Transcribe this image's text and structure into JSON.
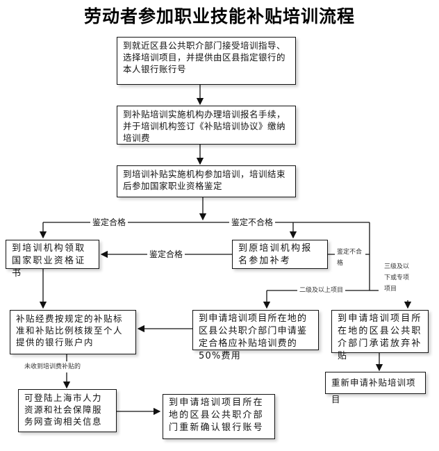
{
  "title": "劳动者参加职业技能补贴培训流程",
  "boxes": {
    "step1": "到就近区县公共职介部门接受培训指导、选择培训项目，并提供由区县指定银行的本人银行账行号",
    "step2": "到补贴培训实施机构办理培训报名手续，并于培训机构签订《补贴培训协议》缴纳培训费",
    "step3": "到培训补贴实施机构参加培训，培训结束后参加国家职业资格鉴定",
    "certificate": "到培训机构领取国家职业资格证书",
    "retake": "到原培训机构报名参加补考",
    "subsidy_payment": "补贴经费按规定的补贴标准和补贴比例核拨至个人提供的银行账户内",
    "apply_50": "到申请培训项目所在地的区县公共职介部门申请鉴定合格应补贴培训费的50%费用",
    "waive": "到申请培训项目所在地的区县公共职介部门承诺放弃补贴",
    "reapply": "重新申请补贴培训项目",
    "query_online": "可登陆上海市人力资源和社会保障服务网查询相关信息",
    "reconfirm_bank": "到申请培训项目所在地的区县公共职介部门重新确认银行账号"
  },
  "labels": {
    "pass_1": "鉴定合格",
    "fail_1": "鉴定不合格",
    "pass_2": "鉴定合格",
    "fail_2": "鉴定不合格",
    "level2_above": "二级及以上项目",
    "level3_below": "三级及以下或专项项目",
    "not_received": "未收到培训费补贴的"
  }
}
